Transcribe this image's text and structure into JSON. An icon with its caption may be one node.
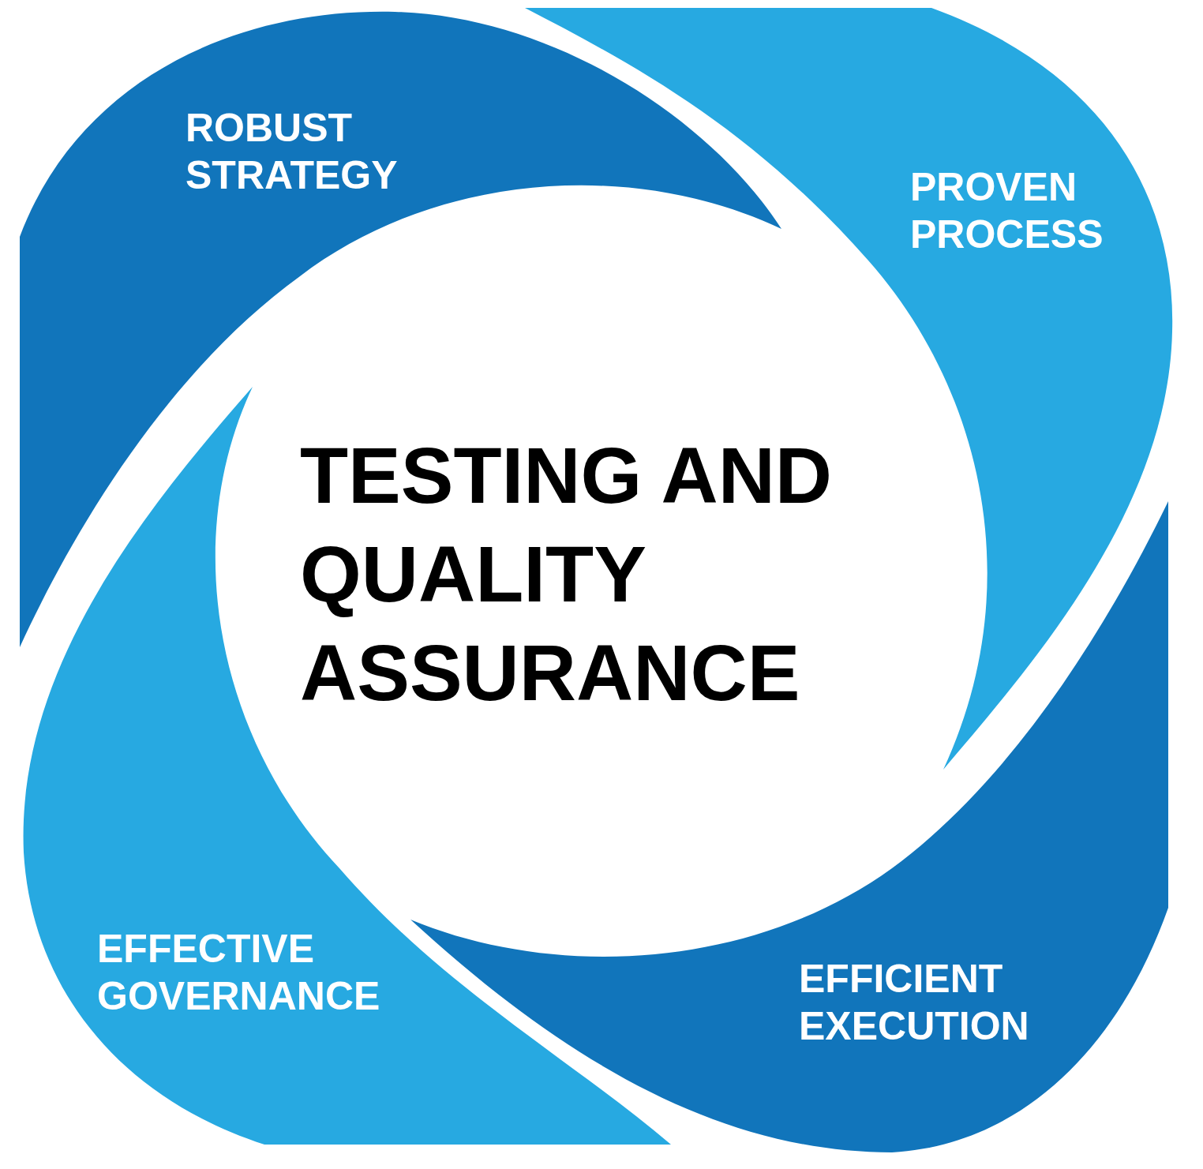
{
  "diagram": {
    "title": "TESTING AND QUALITY ASSURANCE",
    "nodes": [
      {
        "text": [
          "ROBUST STRATEGY"
        ]
      },
      {
        "text": [
          "PROVEN PROCESS"
        ]
      },
      {
        "text": [
          "EFFICIENT EXECUTION"
        ]
      },
      {
        "text": [
          "EFFECTIVE GOVERNANCE"
        ]
      }
    ],
    "edges": []
  }
}
